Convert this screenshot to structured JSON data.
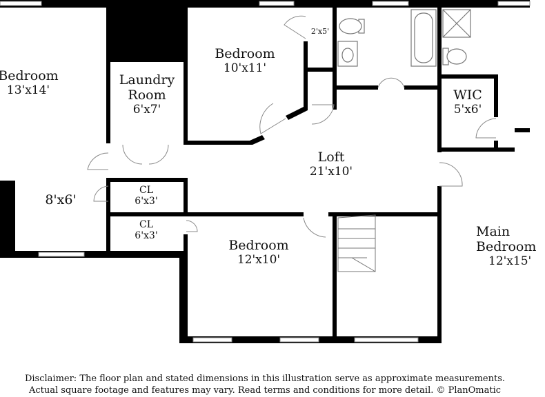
{
  "rooms": [
    {
      "id": "bedroom-left",
      "name": "Bedroom",
      "dims": "13'x14'"
    },
    {
      "id": "laundry",
      "name": "Laundry Room",
      "dims": "6'x7'"
    },
    {
      "id": "bedroom-top",
      "name": "Bedroom",
      "dims": "10'x11'"
    },
    {
      "id": "bath-closet",
      "name": "",
      "dims": "2'x5'"
    },
    {
      "id": "wic",
      "name": "WIC",
      "dims": "5'x6'"
    },
    {
      "id": "hall",
      "name": "",
      "dims": "8'x6'"
    },
    {
      "id": "loft",
      "name": "Loft",
      "dims": "21'x10'"
    },
    {
      "id": "closet-1",
      "name": "CL",
      "dims": "6'x3'"
    },
    {
      "id": "closet-2",
      "name": "CL",
      "dims": "6'x3'"
    },
    {
      "id": "bedroom-bottom",
      "name": "Bedroom",
      "dims": "12'x10'"
    },
    {
      "id": "main-bedroom",
      "name": "Main Bedroom",
      "dims": "12'x15'"
    }
  ],
  "disclaimer": {
    "line1": "Disclaimer: The floor plan and stated dimensions in this illustration serve as approximate measurements.",
    "line2": "Actual square footage and features may vary. Read terms and conditions for more detail. © PlanOmatic"
  },
  "colors": {
    "wall": "#000000",
    "fixture": "#777777",
    "background": "#ffffff"
  }
}
